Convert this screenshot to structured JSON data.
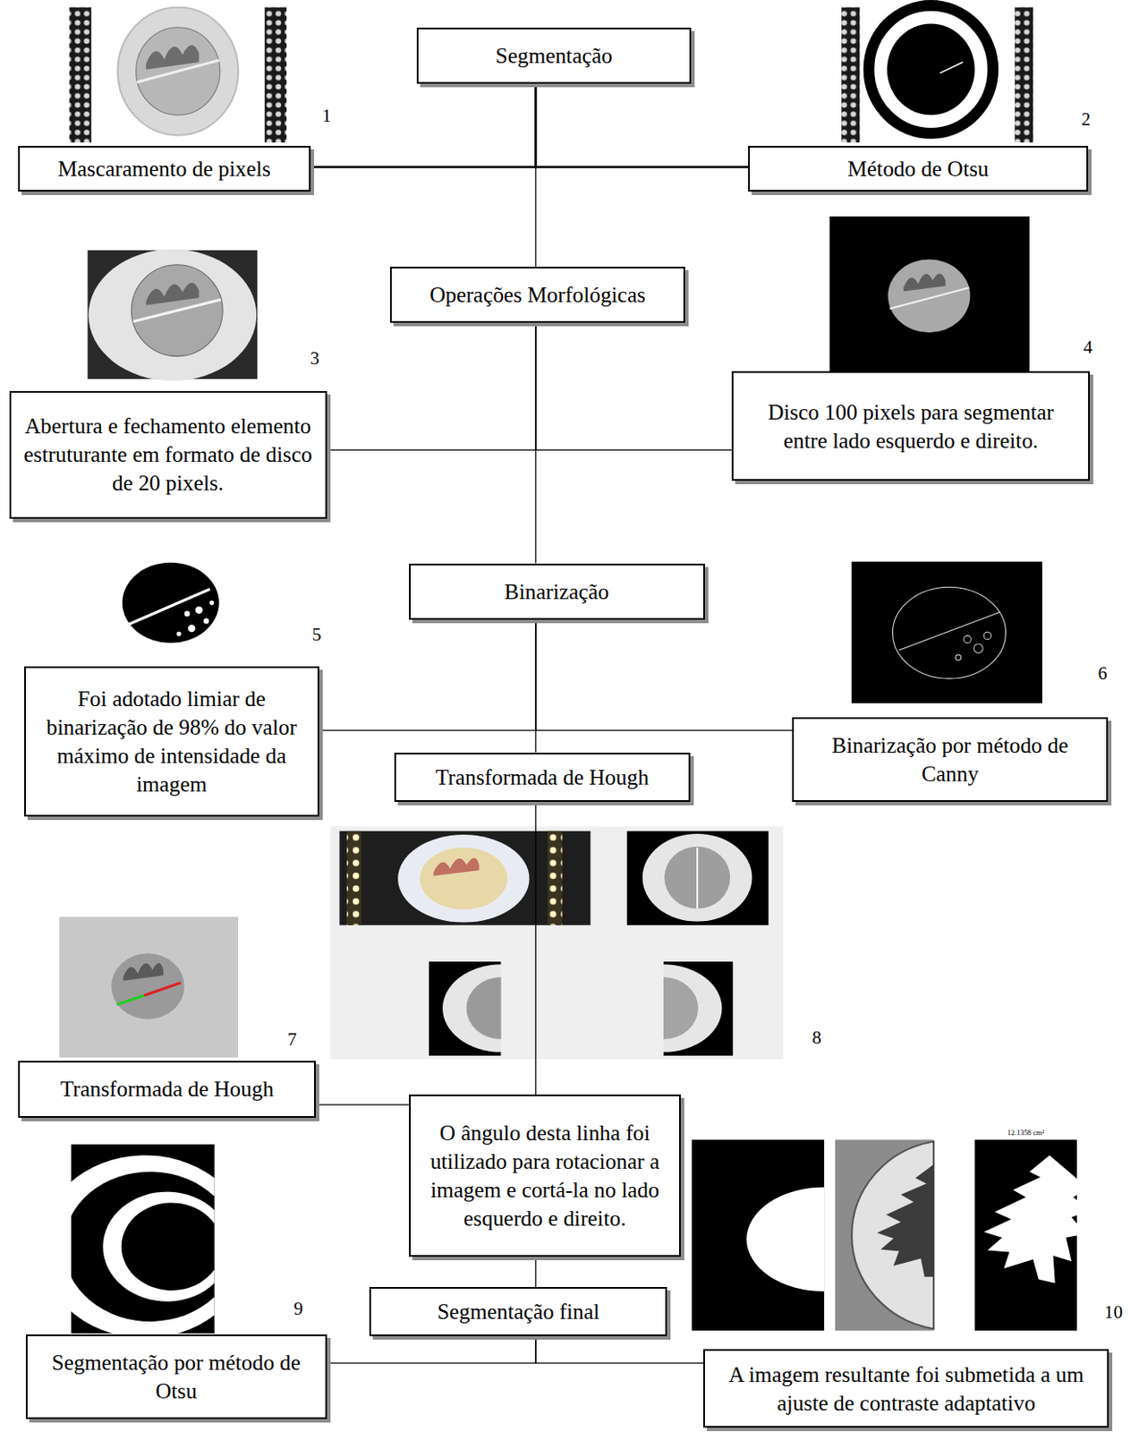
{
  "diagram": {
    "nodes": [
      {
        "text": [
          "Segmentação"
        ]
      },
      {
        "text": [
          "Mascaramento de pixels"
        ]
      },
      {
        "text": [
          "Método de Otsu"
        ]
      },
      {
        "text": [
          "Operações Morfológicas"
        ]
      },
      {
        "text": [
          "Abertura e fechamento elemento estruturante em formato de disco de 20 pixels."
        ]
      },
      {
        "text": [
          "Disco 100 pixels para segmentar entre lado esquerdo e direito."
        ]
      },
      {
        "text": [
          "Binarização"
        ]
      },
      {
        "text": [
          "Foi adotado limiar de binarização de 98% do valor máximo de intensidade da imagem"
        ]
      },
      {
        "text": [
          "Binarização por método de Canny"
        ]
      },
      {
        "text": [
          "Transformada de Hough"
        ]
      },
      {
        "text": [
          "Transformada de Hough"
        ]
      },
      {
        "text": [
          "O ângulo desta linha foi utilizado para rotacionar a imagem e cortá-la no lado esquerdo e direito."
        ]
      },
      {
        "text": [
          "Segmentação final"
        ]
      },
      {
        "text": [
          "Segmentação por método de Otsu"
        ]
      },
      {
        "text": [
          "A imagem resultante foi submetida a um ajuste de contraste adaptativo"
        ]
      }
    ],
    "edges": [
      {
        "from": 0,
        "to": 1,
        "arrow": "none"
      },
      {
        "from": 0,
        "to": 2,
        "arrow": "none"
      },
      {
        "from": 0,
        "to": 3,
        "arrow": "none"
      },
      {
        "from": 3,
        "to": 4,
        "arrow": "none"
      },
      {
        "from": 3,
        "to": 5,
        "arrow": "none"
      },
      {
        "from": 3,
        "to": 6,
        "arrow": "none"
      },
      {
        "from": 6,
        "to": 7,
        "arrow": "none"
      },
      {
        "from": 6,
        "to": 8,
        "arrow": "none"
      },
      {
        "from": 6,
        "to": 9,
        "arrow": "none"
      },
      {
        "from": 9,
        "to": 11,
        "arrow": "none"
      },
      {
        "from": 11,
        "to": 10,
        "arrow": "none"
      },
      {
        "from": 11,
        "to": 12,
        "arrow": "none"
      },
      {
        "from": 12,
        "to": 13,
        "arrow": "none"
      },
      {
        "from": 12,
        "to": 14,
        "arrow": "none"
      }
    ],
    "labels": [
      "1",
      "2",
      "3",
      "4",
      "5",
      "6",
      "7",
      "8",
      "9",
      "10",
      "12.1358 cm²"
    ]
  }
}
